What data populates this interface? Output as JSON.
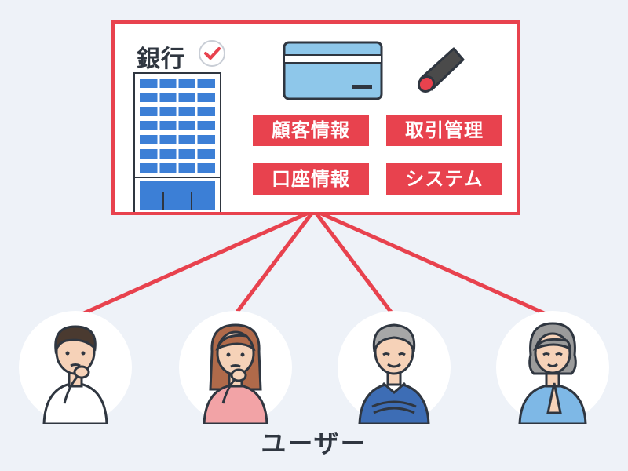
{
  "bank": {
    "title": "銀行",
    "tags": [
      "顧客情報",
      "取引管理",
      "口座情報",
      "システム"
    ]
  },
  "users": {
    "label": "ユーザー",
    "people": [
      {
        "icon": "thinking-man-icon",
        "shirt": "#ffffff"
      },
      {
        "icon": "thinking-woman-icon",
        "shirt": "#f2a3a6"
      },
      {
        "icon": "older-man-icon",
        "shirt": "#3d6db5"
      },
      {
        "icon": "older-woman-icon",
        "shirt": "#7eb8e6"
      }
    ]
  },
  "colors": {
    "accent": "#e8424e",
    "background": "#eef2f8",
    "text": "#2f3640",
    "card": "#8ec7ea",
    "building": "#3c7fd6"
  }
}
